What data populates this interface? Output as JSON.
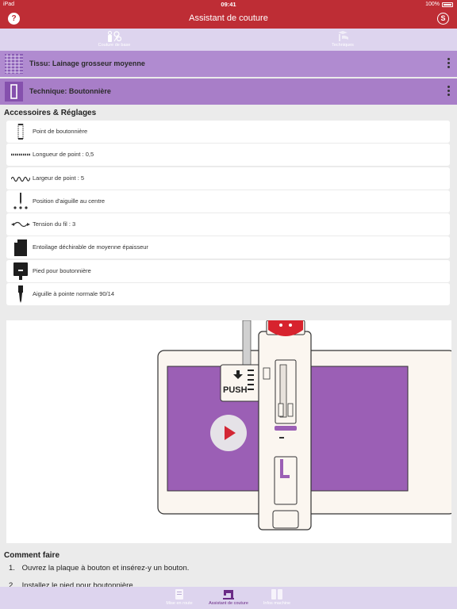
{
  "status": {
    "device": "iPad",
    "time": "09:41",
    "battery": "100%"
  },
  "nav": {
    "title": "Assistant de couture",
    "help_glyph": "?",
    "settings_glyph": "S"
  },
  "tabs": [
    {
      "label": "Couture de base",
      "icon": "sewing-basics-icon",
      "active": true
    },
    {
      "label": "Techniques",
      "icon": "techniques-icon",
      "active": false
    }
  ],
  "fabric": {
    "label": "Tissu: Lainage grosseur moyenne",
    "color": "#b08bd0"
  },
  "technique": {
    "label": "Technique: Boutonnière",
    "color": "#a87ec8"
  },
  "accessories": {
    "title": "Accessoires & Réglages",
    "items": [
      {
        "label": "Point de boutonnière",
        "icon": "buttonhole-stitch-icon"
      },
      {
        "label": "Longueur de point : 0,5",
        "icon": "stitch-length-icon"
      },
      {
        "label": "Largeur de point : 5",
        "icon": "stitch-width-icon"
      },
      {
        "label": "Position d'aiguille au centre",
        "icon": "needle-position-icon"
      },
      {
        "label": "Tension du fil : 3",
        "icon": "thread-tension-icon"
      },
      {
        "label": "Entoilage déchirable de moyenne épaisseur",
        "icon": "stabilizer-icon"
      },
      {
        "label": "Pied pour boutonnière",
        "icon": "buttonhole-foot-icon"
      },
      {
        "label": "Aiguille à pointe normale 90/14",
        "icon": "needle-icon"
      }
    ]
  },
  "video": {
    "push_label": "PUSH",
    "accent": "#9b5fb5",
    "red": "#d7232e"
  },
  "howto": {
    "title": "Comment faire",
    "steps": [
      {
        "num": "1.",
        "text": "Ouvrez la plaque à bouton et insérez-y un bouton."
      },
      {
        "num": "2.",
        "text": "Installez le pied pour boutonnière."
      }
    ]
  },
  "bottom_tabs": [
    {
      "label": "Mise en route",
      "icon": "book-icon",
      "active": false
    },
    {
      "label": "Assistant de couture",
      "icon": "sewing-machine-icon",
      "active": true
    },
    {
      "label": "Infos machine",
      "icon": "machine-info-icon",
      "active": false
    }
  ]
}
